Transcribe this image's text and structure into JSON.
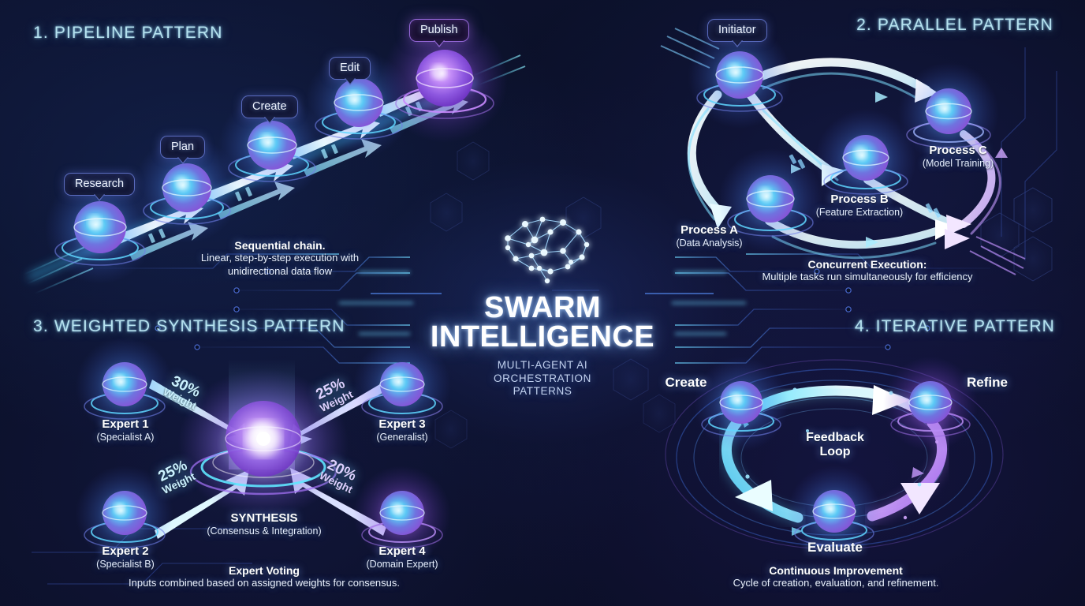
{
  "theme": {
    "background": "#0a1028",
    "heading_color": "#b6e2ef",
    "cyan_accent": "#7fe8ff",
    "violet_accent": "#b98cf5",
    "text_color": "#ffffff"
  },
  "center": {
    "icon": "brain-network-icon",
    "title_line1": "SWARM",
    "title_line2": "INTELLIGENCE",
    "subtitle_line1": "MULTI-AGENT AI",
    "subtitle_line2": "ORCHESTRATION",
    "subtitle_line3": "PATTERNS"
  },
  "quadrants": [
    {
      "id": "pipeline",
      "heading": "1. PIPELINE PATTERN",
      "steps": [
        {
          "label": "Research",
          "tone": "blue"
        },
        {
          "label": "Plan",
          "tone": "blue"
        },
        {
          "label": "Create",
          "tone": "blue"
        },
        {
          "label": "Edit",
          "tone": "blue"
        },
        {
          "label": "Publish",
          "tone": "purple"
        }
      ],
      "caption_title": "Sequential chain.",
      "caption_line1": "Linear, step-by-step execution with",
      "caption_line2": "unidirectional data flow"
    },
    {
      "id": "parallel",
      "heading": "2. PARALLEL PATTERN",
      "initiator_label": "Initiator",
      "processes": [
        {
          "name": "Process A",
          "detail": "(Data Analysis)"
        },
        {
          "name": "Process B",
          "detail": "(Feature Extraction)"
        },
        {
          "name": "Process C",
          "detail": "(Model Training)"
        }
      ],
      "caption_title": "Concurrent Execution:",
      "caption_line1": "Multiple tasks run simultaneously for efficiency"
    },
    {
      "id": "weighted-synthesis",
      "heading": "3. WEIGHTED SYNTHESIS PATTERN",
      "experts": [
        {
          "name": "Expert 1",
          "detail": "(Specialist A)",
          "weight_pct": "30%",
          "weight_word": "Weight",
          "tone": "cyan"
        },
        {
          "name": "Expert 2",
          "detail": "(Specialist B)",
          "weight_pct": "25%",
          "weight_word": "Weight",
          "tone": "cyan"
        },
        {
          "name": "Expert 3",
          "detail": "(Generalist)",
          "weight_pct": "25%",
          "weight_word": "Weight",
          "tone": "violet"
        },
        {
          "name": "Expert 4",
          "detail": "(Domain Expert)",
          "weight_pct": "20%",
          "weight_word": "Weight",
          "tone": "violet"
        }
      ],
      "center_name": "SYNTHESIS",
      "center_detail": "(Consensus & Integration)",
      "caption_title": "Expert Voting",
      "caption_line1": "Inputs combined based on assigned weights for consensus."
    },
    {
      "id": "iterative",
      "heading": "4. ITERATIVE PATTERN",
      "nodes": [
        {
          "label": "Create"
        },
        {
          "label": "Refine"
        },
        {
          "label": "Evaluate"
        }
      ],
      "loop_line1": "Feedback",
      "loop_line2": "Loop",
      "caption_title": "Continuous Improvement",
      "caption_line1": "Cycle of creation, evaluation, and refinement."
    }
  ]
}
